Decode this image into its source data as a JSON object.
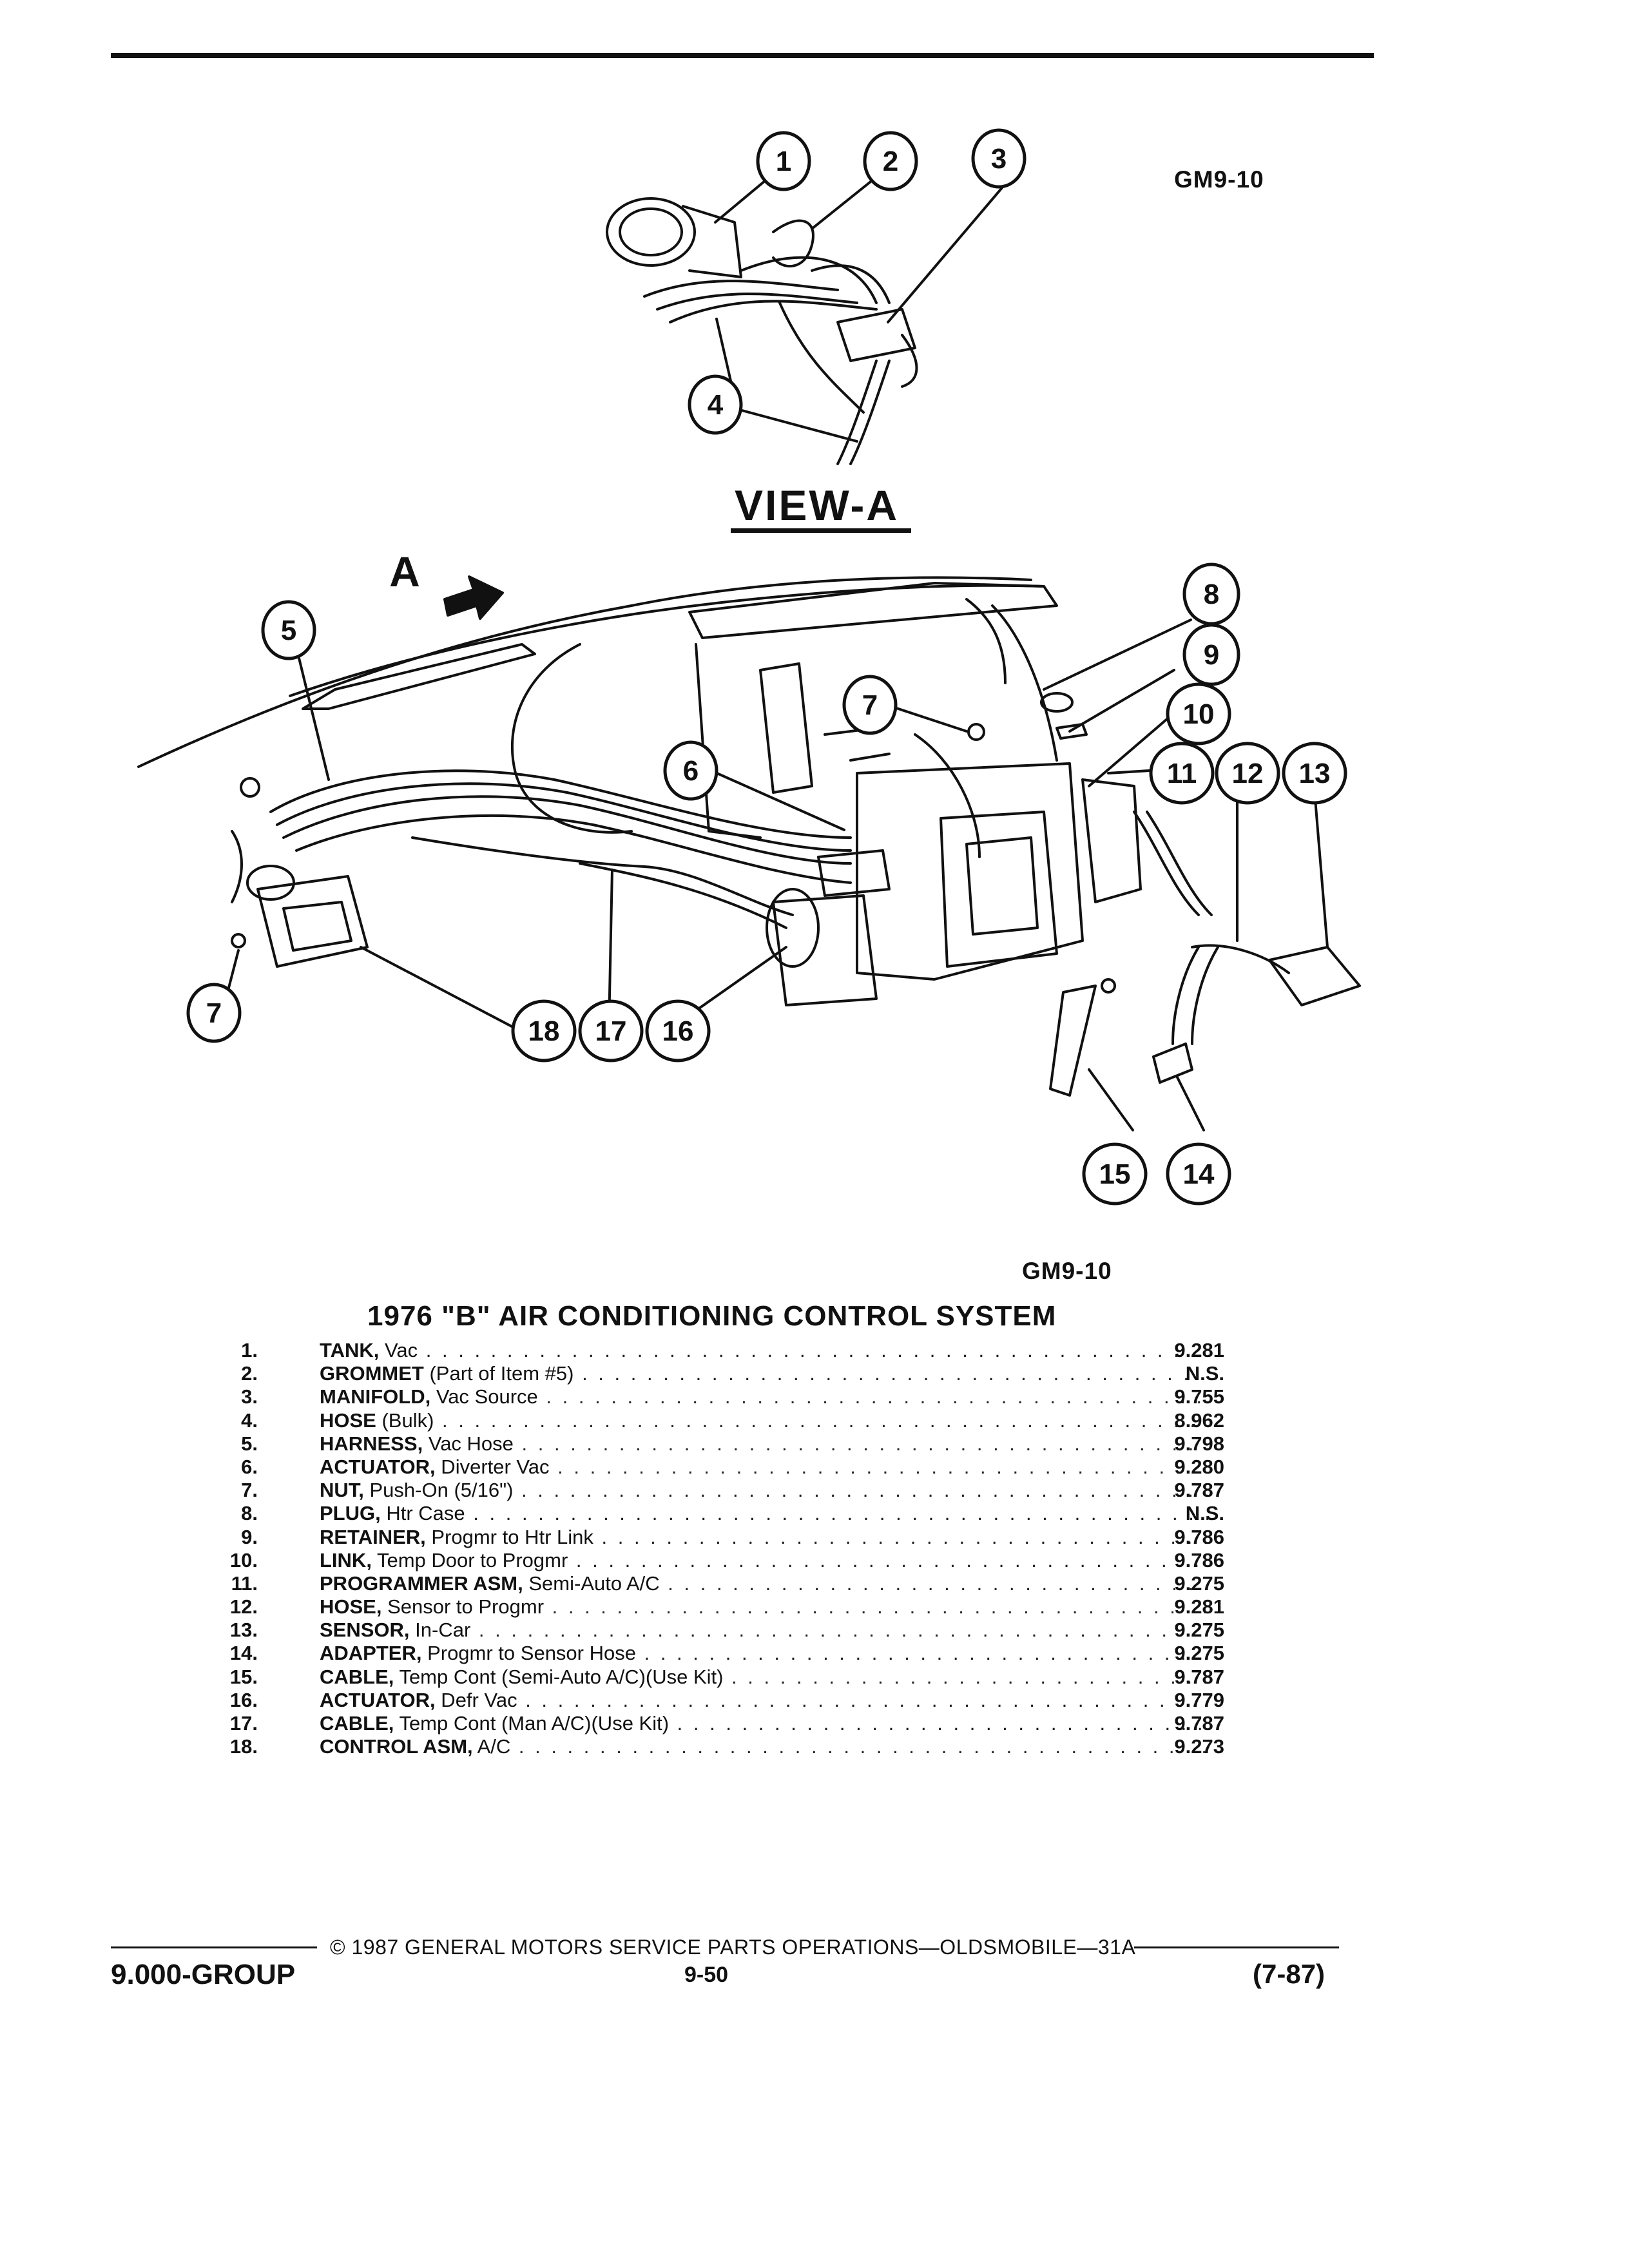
{
  "figure": {
    "code_top": "GM9-10",
    "code_bottom": "GM9-10",
    "view_label": "VIEW-A",
    "view_arrow_label": "A",
    "callouts": [
      "1",
      "2",
      "3",
      "4",
      "5",
      "6",
      "7",
      "7",
      "8",
      "9",
      "10",
      "11",
      "12",
      "13",
      "14",
      "15",
      "16",
      "17",
      "18"
    ]
  },
  "table": {
    "title": "1976 \"B\" AIR CONDITIONING CONTROL SYSTEM",
    "rows": [
      {
        "num": "1.",
        "name": "TANK,",
        "desc": " Vac",
        "code": "9.281"
      },
      {
        "num": "2.",
        "name": "GROMMET",
        "desc": " (Part of Item #5)",
        "code": "N.S."
      },
      {
        "num": "3.",
        "name": "MANIFOLD,",
        "desc": " Vac Source",
        "code": "9.755"
      },
      {
        "num": "4.",
        "name": "HOSE",
        "desc": " (Bulk)",
        "code": "8.962"
      },
      {
        "num": "5.",
        "name": "HARNESS,",
        "desc": " Vac Hose",
        "code": "9.798"
      },
      {
        "num": "6.",
        "name": "ACTUATOR,",
        "desc": " Diverter Vac",
        "code": "9.280"
      },
      {
        "num": "7.",
        "name": "NUT,",
        "desc": " Push-On (5/16\")",
        "code": "9.787"
      },
      {
        "num": "8.",
        "name": "PLUG,",
        "desc": " Htr Case",
        "code": "N.S."
      },
      {
        "num": "9.",
        "name": "RETAINER,",
        "desc": " Progmr to Htr Link",
        "code": "9.786"
      },
      {
        "num": "10.",
        "name": "LINK,",
        "desc": " Temp Door to Progmr",
        "code": "9.786"
      },
      {
        "num": "11.",
        "name": "PROGRAMMER ASM,",
        "desc": " Semi-Auto A/C",
        "code": "9.275"
      },
      {
        "num": "12.",
        "name": "HOSE,",
        "desc": " Sensor to Progmr",
        "code": "9.281"
      },
      {
        "num": "13.",
        "name": "SENSOR,",
        "desc": " In-Car",
        "code": "9.275"
      },
      {
        "num": "14.",
        "name": "ADAPTER,",
        "desc": " Progmr to Sensor Hose",
        "code": "9.275"
      },
      {
        "num": "15.",
        "name": "CABLE,",
        "desc": " Temp Cont (Semi-Auto A/C)(Use Kit)",
        "code": "9.787"
      },
      {
        "num": "16.",
        "name": "ACTUATOR,",
        "desc": " Defr Vac",
        "code": "9.779"
      },
      {
        "num": "17.",
        "name": "CABLE,",
        "desc": " Temp Cont (Man A/C)(Use Kit)",
        "code": "9.787"
      },
      {
        "num": "18.",
        "name": "CONTROL ASM,",
        "desc": " A/C",
        "code": "9.273"
      }
    ]
  },
  "footer": {
    "copyright": "© 1987 GENERAL MOTORS SERVICE PARTS OPERATIONS—OLDSMOBILE—31A",
    "group": "9.000-GROUP",
    "page": "9-50",
    "date": "(7-87)"
  }
}
